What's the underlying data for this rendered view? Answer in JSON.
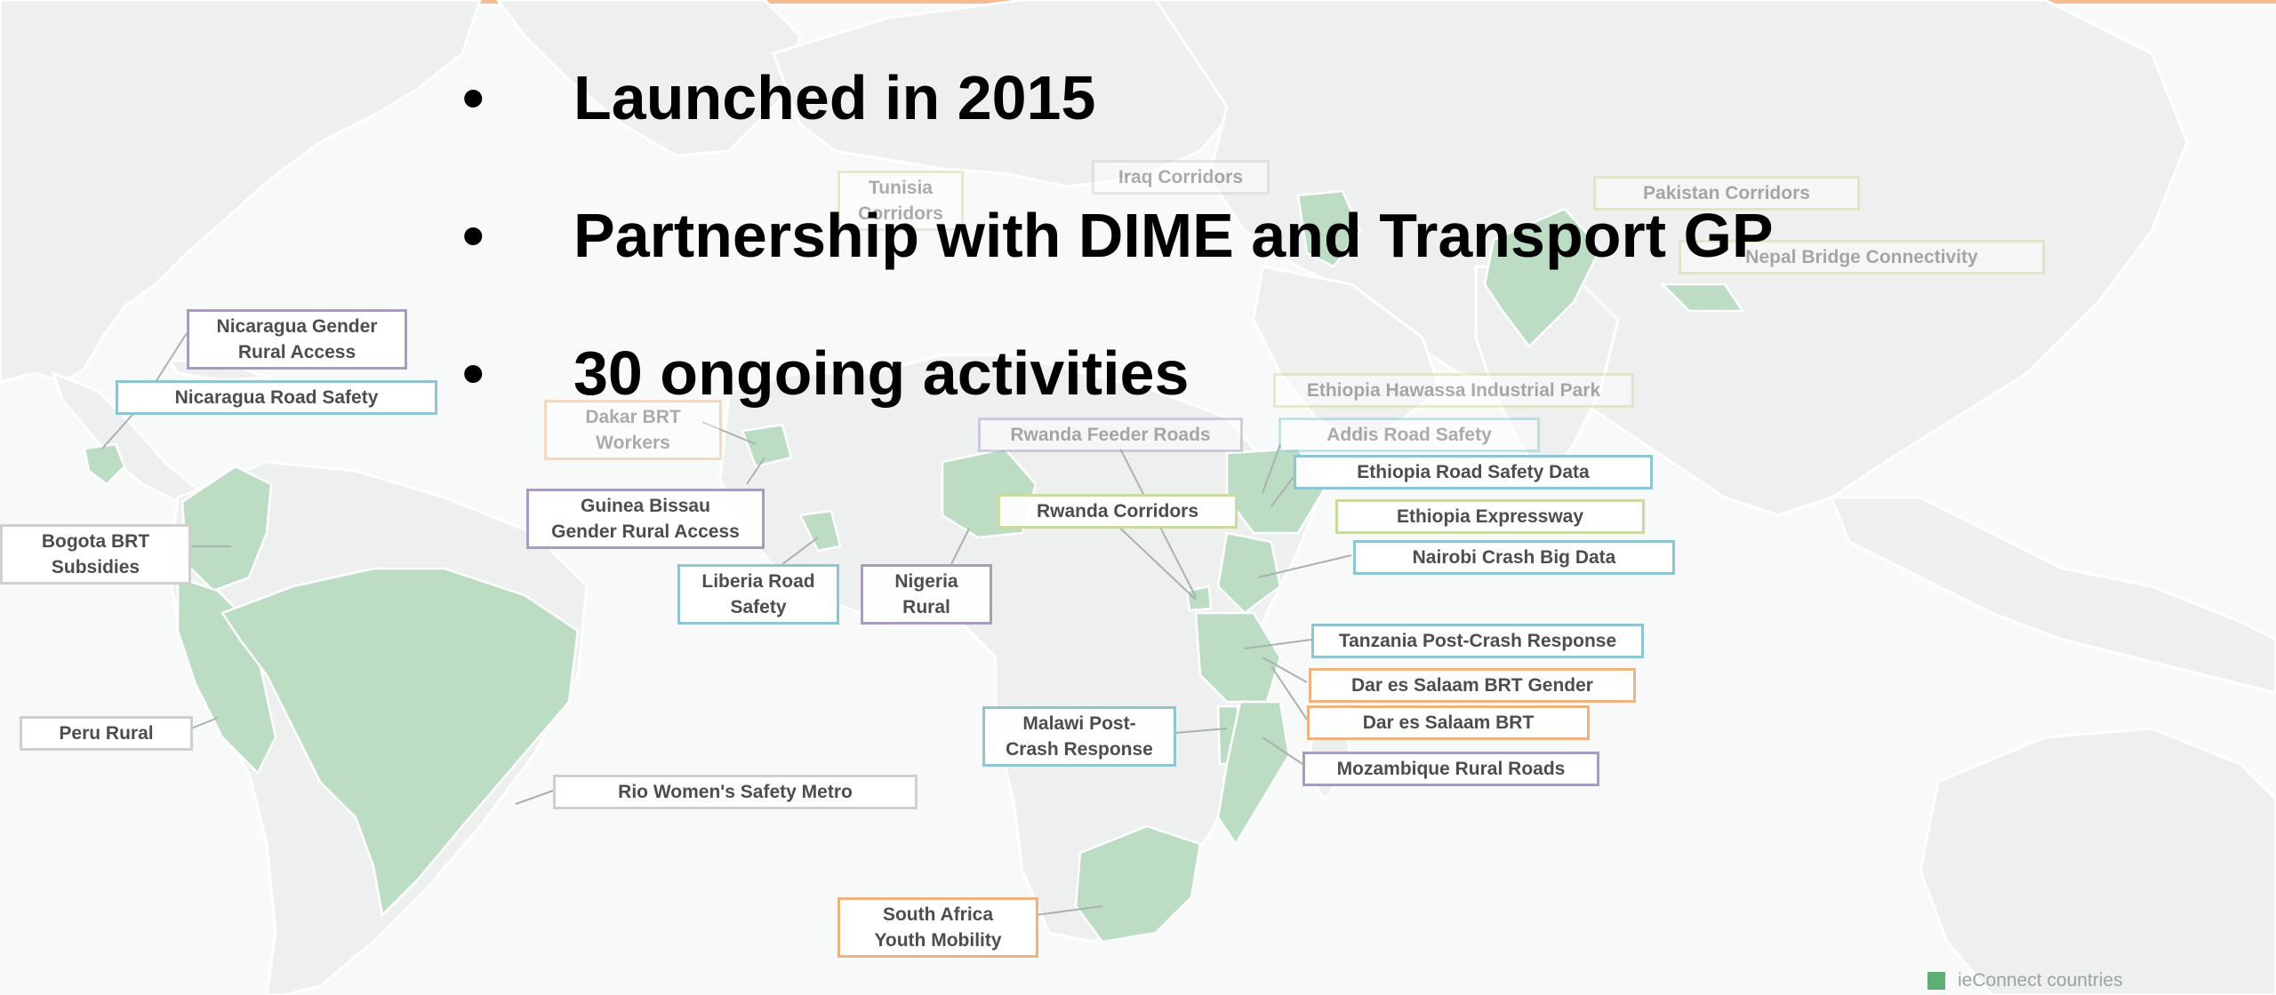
{
  "slide": {
    "bullets": [
      "Launched in 2015",
      "Partnership with DIME and Transport GP",
      "30 ongoing activities"
    ],
    "bullet_glyph": "•"
  },
  "map": {
    "projects": [
      {
        "id": "nicaragua-gender",
        "label": "Nicaragua Gender\nRural Access",
        "tone": "purple"
      },
      {
        "id": "nicaragua-road-safety",
        "label": "Nicaragua Road Safety",
        "tone": "blue"
      },
      {
        "id": "bogota-brt",
        "label": "Bogota BRT\nSubsidies",
        "tone": "grey"
      },
      {
        "id": "peru-rural",
        "label": "Peru Rural",
        "tone": "grey"
      },
      {
        "id": "rio-womens-safety",
        "label": "Rio Women's Safety Metro",
        "tone": "grey"
      },
      {
        "id": "dakar-brt",
        "label": "Dakar BRT\nWorkers",
        "tone": "orange"
      },
      {
        "id": "guinea-bissau",
        "label": "Guinea Bissau\nGender Rural Access",
        "tone": "purple"
      },
      {
        "id": "liberia-road-safety",
        "label": "Liberia Road\nSafety",
        "tone": "blue"
      },
      {
        "id": "nigeria-rural",
        "label": "Nigeria\nRural",
        "tone": "purple"
      },
      {
        "id": "tunisia-corridors",
        "label": "Tunisia\nCorridors",
        "tone": "green"
      },
      {
        "id": "iraq-corridors",
        "label": "Iraq Corridors",
        "tone": "grey"
      },
      {
        "id": "pakistan-corridors",
        "label": "Pakistan Corridors",
        "tone": "green"
      },
      {
        "id": "nepal-bridge",
        "label": "Nepal Bridge Connectivity",
        "tone": "green"
      },
      {
        "id": "ethiopia-hawassa",
        "label": "Ethiopia Hawassa Industrial Park",
        "tone": "green"
      },
      {
        "id": "addis-road-safety",
        "label": "Addis Road Safety",
        "tone": "blue"
      },
      {
        "id": "rwanda-feeder",
        "label": "Rwanda Feeder Roads",
        "tone": "purple"
      },
      {
        "id": "ethiopia-road-safety-data",
        "label": "Ethiopia Road Safety Data",
        "tone": "blue"
      },
      {
        "id": "rwanda-corridors",
        "label": "Rwanda Corridors",
        "tone": "green"
      },
      {
        "id": "ethiopia-expressway",
        "label": "Ethiopia Expressway",
        "tone": "green"
      },
      {
        "id": "nairobi-crash",
        "label": "Nairobi Crash Big Data",
        "tone": "blue"
      },
      {
        "id": "tanzania-post-crash",
        "label": "Tanzania Post-Crash Response",
        "tone": "blue"
      },
      {
        "id": "dar-brt-gender",
        "label": "Dar es Salaam BRT Gender",
        "tone": "orange"
      },
      {
        "id": "dar-brt",
        "label": "Dar es Salaam BRT",
        "tone": "orange"
      },
      {
        "id": "malawi-post-crash",
        "label": "Malawi Post-\nCrash Response",
        "tone": "blue"
      },
      {
        "id": "mozambique-rural",
        "label": "Mozambique Rural Roads",
        "tone": "purple"
      },
      {
        "id": "south-africa-youth",
        "label": "South Africa\nYouth Mobility",
        "tone": "orange"
      }
    ],
    "colors": {
      "highlight": "#7fbf8f",
      "land": "#dfe1e1",
      "water": "#f2f3f3",
      "accent_bar": "#ee7d2b"
    },
    "legend": {
      "label": "ieConnect countries",
      "swatch_color": "#5fae76"
    }
  }
}
